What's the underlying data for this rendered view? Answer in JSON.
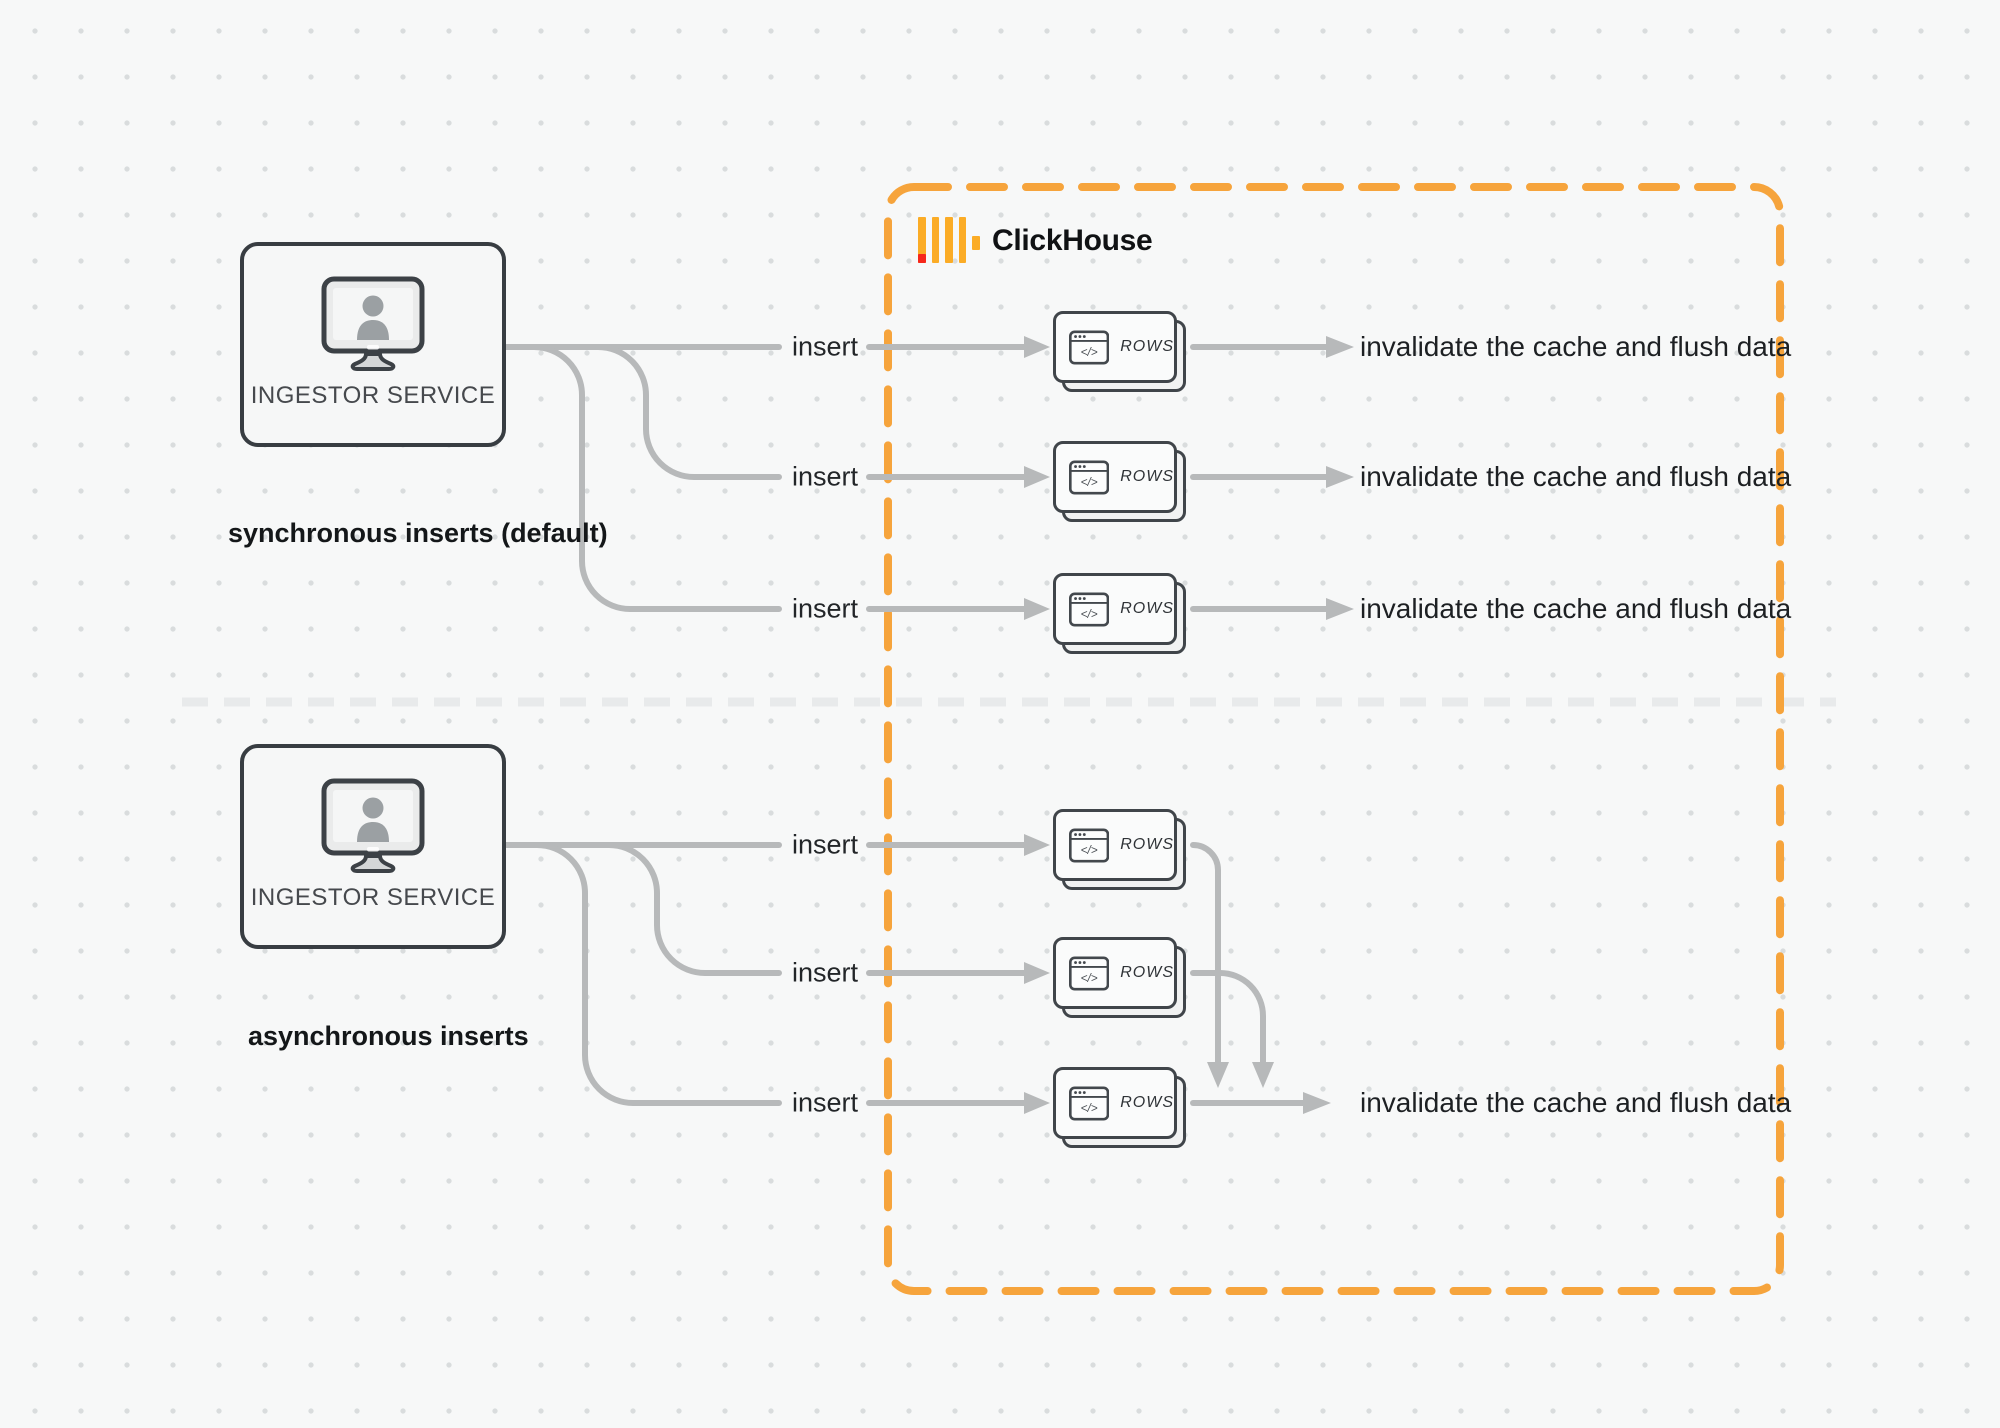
{
  "clickhouse": {
    "brand": "ClickHouse"
  },
  "sync_section": {
    "caption": "synchronous inserts (default)",
    "service_label": "INGESTOR SERVICE",
    "flows": [
      {
        "action": "insert",
        "target": "ROWS",
        "result": "invalidate the cache and flush data"
      },
      {
        "action": "insert",
        "target": "ROWS",
        "result": "invalidate the cache and flush data"
      },
      {
        "action": "insert",
        "target": "ROWS",
        "result": "invalidate the cache and flush data"
      }
    ]
  },
  "async_section": {
    "caption": "asynchronous inserts",
    "service_label": "INGESTOR SERVICE",
    "flows": [
      {
        "action": "insert",
        "target": "ROWS"
      },
      {
        "action": "insert",
        "target": "ROWS"
      },
      {
        "action": "insert",
        "target": "ROWS",
        "result": "invalidate the cache and flush data"
      }
    ]
  },
  "colors": {
    "accent_orange": "#F6A43C",
    "logo_amber": "#FBAC26",
    "logo_red": "#F6271B",
    "wire_gray": "#B7B9BA",
    "divider_gray": "#E8EAEB",
    "background": "#F7F8F8"
  }
}
